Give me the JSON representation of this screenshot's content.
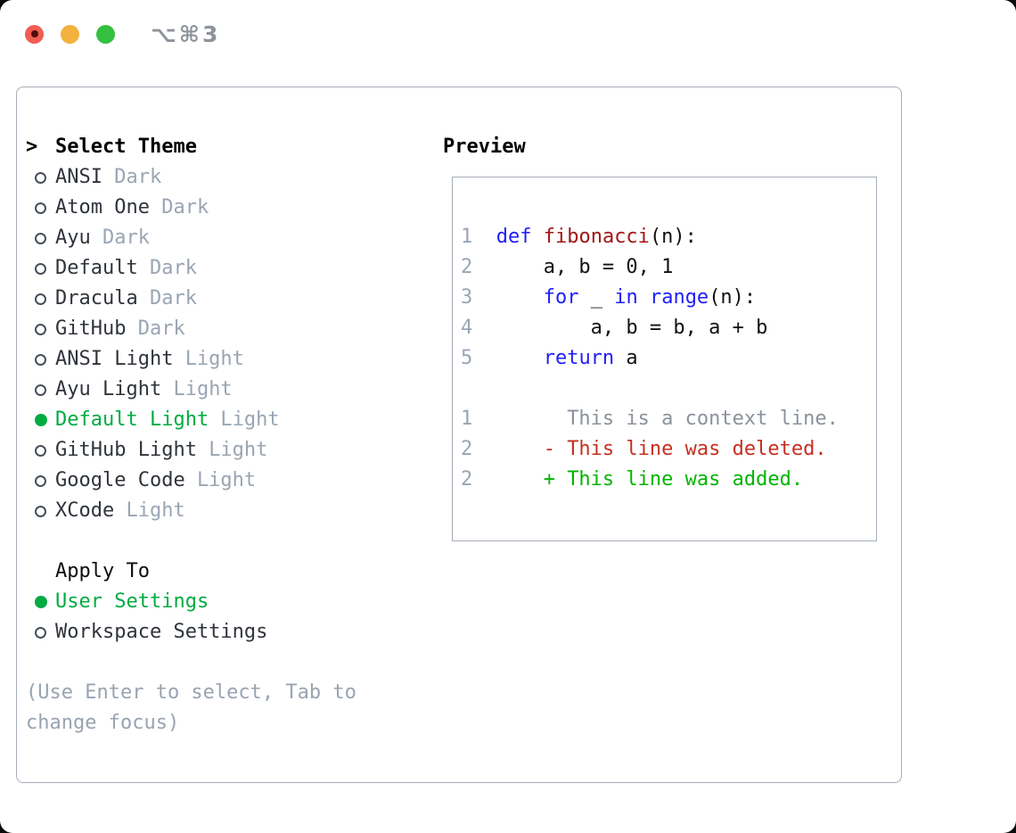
{
  "window": {
    "shortcut": "⌥⌘3",
    "traffic_lights": [
      "close",
      "minimize",
      "zoom"
    ]
  },
  "colors": {
    "accent_green": "#00ab41",
    "keyword_blue": "#1e1efa",
    "function_red": "#a31515",
    "diff_deleted_red": "#c43020",
    "diff_added_green": "#00b400",
    "muted_gray": "#9aa5b3",
    "border_gray": "#a6adb8",
    "traffic_red": "#f15d53",
    "traffic_yellow": "#f3b13d",
    "traffic_green": "#33c13f"
  },
  "left": {
    "prompt": ">",
    "title": "Select Theme",
    "themes": [
      {
        "name": "ANSI",
        "tag": "Dark",
        "selected": false
      },
      {
        "name": "Atom One",
        "tag": "Dark",
        "selected": false
      },
      {
        "name": "Ayu",
        "tag": "Dark",
        "selected": false
      },
      {
        "name": "Default",
        "tag": "Dark",
        "selected": false
      },
      {
        "name": "Dracula",
        "tag": "Dark",
        "selected": false
      },
      {
        "name": "GitHub",
        "tag": "Dark",
        "selected": false
      },
      {
        "name": "ANSI Light",
        "tag": "Light",
        "selected": false
      },
      {
        "name": "Ayu Light",
        "tag": "Light",
        "selected": false
      },
      {
        "name": "Default Light",
        "tag": "Light",
        "selected": true
      },
      {
        "name": "GitHub Light",
        "tag": "Light",
        "selected": false
      },
      {
        "name": "Google Code",
        "tag": "Light",
        "selected": false
      },
      {
        "name": "XCode",
        "tag": "Light",
        "selected": false
      }
    ],
    "apply_title": "Apply To",
    "apply_options": [
      {
        "name": "User Settings",
        "selected": true
      },
      {
        "name": "Workspace Settings",
        "selected": false
      }
    ],
    "hint": "(Use Enter to select, Tab to change focus)"
  },
  "preview": {
    "title": "Preview",
    "lines": [
      {
        "num": "1",
        "segments": [
          [
            "def",
            "kw"
          ],
          [
            " ",
            "pl"
          ],
          [
            "fibonacci",
            "fn"
          ],
          [
            "(n):",
            "pl"
          ]
        ]
      },
      {
        "num": "2",
        "segments": [
          [
            "    a, b = 0, 1",
            "pl"
          ]
        ]
      },
      {
        "num": "3",
        "segments": [
          [
            "    ",
            "pl"
          ],
          [
            "for",
            "kw"
          ],
          [
            " _ ",
            "pl"
          ],
          [
            "in",
            "kw"
          ],
          [
            " ",
            "pl"
          ],
          [
            "range",
            "kw"
          ],
          [
            "(n):",
            "pl"
          ]
        ]
      },
      {
        "num": "4",
        "segments": [
          [
            "        a, b = b, a + b",
            "pl"
          ]
        ]
      },
      {
        "num": "5",
        "segments": [
          [
            "    ",
            "pl"
          ],
          [
            "return",
            "kw"
          ],
          [
            " a",
            "pl"
          ]
        ]
      },
      {
        "num": "",
        "segments": []
      },
      {
        "num": "1",
        "segments": [
          [
            "      This is a context line.",
            "ctx"
          ]
        ]
      },
      {
        "num": "2",
        "segments": [
          [
            "    - This line was deleted.",
            "del"
          ]
        ]
      },
      {
        "num": "2",
        "segments": [
          [
            "    + This line was added.",
            "add"
          ]
        ]
      }
    ]
  }
}
